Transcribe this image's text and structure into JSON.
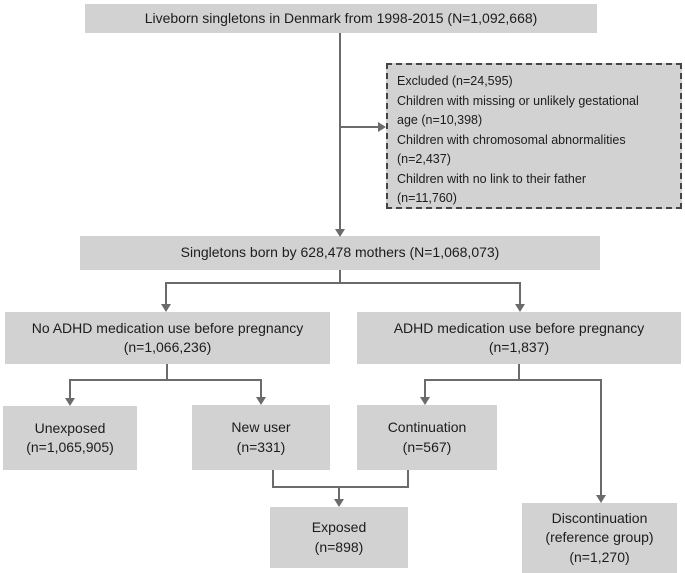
{
  "figure": {
    "type": "study-flow-diagram",
    "background_color": "#ffffff",
    "box_fill_color": "#d2d2d2",
    "connector_color": "#6b6b6b",
    "dashed_border_color": "#454545",
    "text_color": "#1c1c1c"
  },
  "nodes": {
    "liveborn": {
      "line1": "Liveborn singletons in Denmark from 1998-2015 (N=1,092,668)"
    },
    "excluded": {
      "lines": [
        "Excluded (n=24,595)",
        "Children with missing or unlikely gestational",
        "age (n=10,398)",
        "Children with chromosomal abnormalities",
        "(n=2,437)",
        "Children with no link to their father",
        "(n=11,760)"
      ]
    },
    "singletons": {
      "line1": "Singletons born by 628,478 mothers (N=1,068,073)"
    },
    "no_adhd": {
      "line1": "No ADHD medication use before pregnancy",
      "line2": "(n=1,066,236)"
    },
    "adhd": {
      "line1": "ADHD medication use before pregnancy",
      "line2": "(n=1,837)"
    },
    "unexposed": {
      "line1": "Unexposed",
      "line2": "(n=1,065,905)"
    },
    "new_user": {
      "line1": "New user",
      "line2": "(n=331)"
    },
    "continuation": {
      "line1": "Continuation",
      "line2": "(n=567)"
    },
    "exposed": {
      "line1": "Exposed",
      "line2": "(n=898)"
    },
    "discontinuation": {
      "line1": "Discontinuation",
      "line2": "(reference group)",
      "line3": "(n=1,270)"
    }
  }
}
